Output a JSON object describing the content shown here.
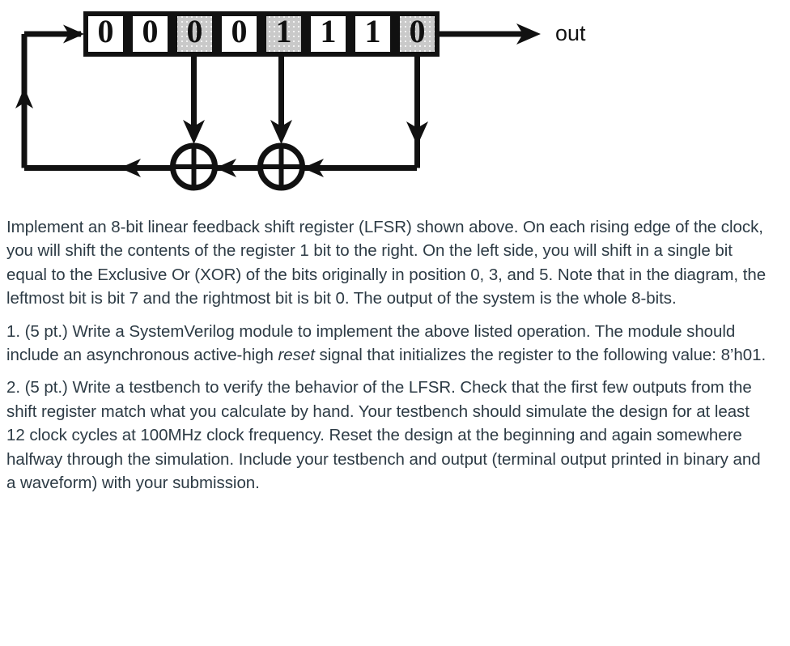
{
  "diagram": {
    "name": "8-bit linear feedback shift register",
    "register": {
      "bit_count": 8,
      "cells": [
        {
          "value": "0",
          "bit_index": 7,
          "shaded": false,
          "tap": false
        },
        {
          "value": "0",
          "bit_index": 6,
          "shaded": false,
          "tap": false
        },
        {
          "value": "0",
          "bit_index": 5,
          "shaded": true,
          "tap": true
        },
        {
          "value": "0",
          "bit_index": 4,
          "shaded": false,
          "tap": false
        },
        {
          "value": "1",
          "bit_index": 3,
          "shaded": true,
          "tap": true
        },
        {
          "value": "1",
          "bit_index": 2,
          "shaded": false,
          "tap": false
        },
        {
          "value": "1",
          "bit_index": 1,
          "shaded": false,
          "tap": false
        },
        {
          "value": "0",
          "bit_index": 0,
          "shaded": true,
          "tap": true
        }
      ]
    },
    "output_label": "out",
    "gates": [
      {
        "type": "xor",
        "symbol": "+"
      },
      {
        "type": "xor",
        "symbol": "+"
      }
    ],
    "colors": {
      "wire": "#111111",
      "cell_shaded_fill": "#c9c9c9",
      "cell_plain_fill": "#ffffff",
      "text": "#2d3b45"
    }
  },
  "prose": {
    "intro": "Implement an 8-bit linear feedback shift register (LFSR) shown above. On each rising edge of the clock, you will shift the contents of the register 1 bit to the right. On the left side, you will shift in a single bit equal to the Exclusive Or (XOR) of the bits originally in position 0, 3, and 5. Note that in the diagram, the leftmost bit is bit 7 and the rightmost bit is bit 0. The output of the system is the whole 8-bits.",
    "item1_before_italic": "1. (5 pt.) Write a SystemVerilog module to implement the above listed operation. The module should include an asynchronous active-high ",
    "item1_italic": "reset",
    "item1_after_italic": " signal that initializes the register to the following value: 8’h01.",
    "item2": "2. (5 pt.) Write a testbench to verify the behavior of the LFSR. Check that the first few outputs from the shift register match what you calculate by hand. Your testbench should simulate the design for at least 12 clock cycles at 100MHz clock frequency. Reset the design at the beginning and again somewhere halfway through the simulation. Include your testbench and output (terminal output printed in binary and a waveform) with your submission."
  }
}
